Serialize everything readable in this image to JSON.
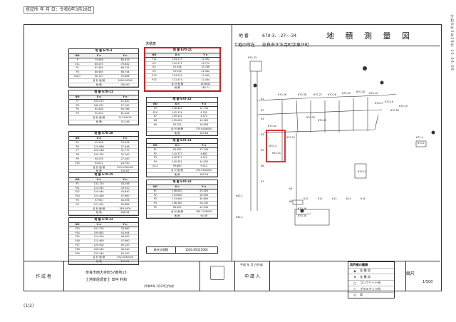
{
  "header_stamp": "登記所 年 月 日：令和6年3月28日",
  "side_text": "令和6年3月28日 15:04:08",
  "footer": "(1/2)",
  "coord_table_title": "求積表",
  "tables": [
    {
      "title": "地 番  670-3",
      "cols": [
        "NO",
        "X n",
        "Y n"
      ],
      "rows": [
        [
          "P",
          "73.456",
          "85.419"
        ],
        [
          "511",
          "85.475",
          "75.842"
        ],
        [
          "P2",
          "81.385",
          "66.743"
        ],
        [
          "P4",
          "80.465",
          "68.744"
        ],
        [
          "K027",
          "90.197",
          "70.898"
        ],
        [
          "",
          "合 計 面 積",
          "2000.00000"
        ],
        [
          "",
          "地 積",
          "300.00"
        ]
      ]
    },
    {
      "title": "地 番  670-21",
      "cols": [
        "NO",
        "X n",
        "Y n"
      ],
      "rows": [
        [
          "P11",
          "104.174",
          "12.492"
        ],
        [
          "K3",
          "112.271",
          "14.774"
        ],
        [
          "K5",
          "91.458",
          "33.786"
        ],
        [
          "K5",
          "91.254",
          "21.442"
        ],
        [
          "P13",
          "124.224",
          "13.400"
        ],
        [
          "P13",
          "111.474",
          "11.404"
        ],
        [
          "",
          "合 計 面 積",
          "1456.63"
        ],
        [
          "",
          "地 積",
          "180.71"
        ]
      ]
    },
    {
      "title": "地 番  670-11",
      "cols": [
        "NO",
        "X n",
        "Y n"
      ],
      "rows": [
        [
          "P7",
          "155.075",
          "12.450"
        ],
        [
          "P8",
          "160.251",
          "27.190"
        ],
        [
          "P4",
          "81.458",
          "63.786"
        ],
        [
          "P3",
          "91.254",
          "61.442"
        ],
        [
          "",
          "合 計 面 積",
          "2113.6450"
        ],
        [
          "",
          "地 積",
          "313.46"
        ]
      ]
    },
    {
      "title": "地 番  670-22",
      "cols": [
        "NO",
        "X n",
        "Y n"
      ],
      "rows": [
        [
          "P3",
          "126.481",
          "12.740"
        ],
        [
          "P10",
          "142.374",
          "4.332"
        ],
        [
          "K7",
          "139.101",
          "4.572"
        ],
        [
          "K8",
          "135.002",
          "14.002"
        ],
        [
          "K9",
          "93.252",
          "16.658"
        ],
        [
          "",
          "合 計 面 積",
          "375.6436000"
        ],
        [
          "",
          "地 積",
          "183.64"
        ]
      ]
    },
    {
      "title": "地 番  670-28",
      "cols": [
        "NO",
        "X n",
        "Y n"
      ],
      "rows": [
        [
          "P4",
          "93.258",
          "23.594"
        ],
        [
          "P6",
          "119.688",
          "22.948"
        ],
        [
          "P7",
          "125.248",
          "31.770"
        ],
        [
          "P8",
          "100.332",
          "32.190"
        ],
        [
          "P9",
          "94.176",
          "27.200"
        ],
        [
          "P10",
          "93.012",
          "24.750"
        ],
        [
          "",
          "合 計 面 積",
          "599.0155000"
        ],
        [
          "",
          "地 積",
          "149.87"
        ]
      ]
    },
    {
      "title": "地 番  670-31",
      "cols": [
        "NO",
        "X n",
        "Y n"
      ],
      "rows": [
        [
          "P1",
          "94.402",
          "12.740"
        ],
        [
          "P2",
          "110.377",
          "4.882"
        ],
        [
          "P3",
          "116.377",
          "4.572"
        ],
        [
          "P4",
          "100.352",
          "14.002"
        ],
        [
          "24-2",
          "99.860",
          "9.012"
        ],
        [
          "",
          "合 計 面 積",
          "373.0540000"
        ],
        [
          "",
          "地 積",
          "185.18"
        ]
      ]
    },
    {
      "title": "地 番  670-25",
      "cols": [
        "NO",
        "X n",
        "Y n"
      ],
      "rows": [
        [
          "P1",
          "131.174",
          "33.256"
        ],
        [
          "P11",
          "113.545",
          "33.920"
        ],
        [
          "P12",
          "119.544",
          "43.840"
        ],
        [
          "P13",
          "115.460",
          "47.660"
        ],
        [
          "P4",
          "97.940",
          "40.556"
        ],
        [
          "P5",
          "117.451",
          "35.888"
        ],
        [
          "",
          "合 計 面 積",
          "383.0000"
        ],
        [
          "",
          "地 積",
          "186.96"
        ]
      ]
    },
    {
      "title": "地 番  670-32",
      "cols": [
        "NO",
        "X n",
        "Y n"
      ],
      "rows": [
        [
          "P1",
          "108.420",
          "20.000"
        ],
        [
          "P2",
          "119.800",
          "26.900"
        ],
        [
          "P3",
          "113.400",
          "30.600"
        ],
        [
          "P4",
          "106.180",
          "28.200"
        ],
        [
          "P5",
          "98.500",
          "24.940"
        ],
        [
          "",
          "合 計 面 積",
          "180.7228000"
        ],
        [
          "",
          "地 積",
          "90.36"
        ]
      ]
    },
    {
      "title": "地 番  670-33",
      "cols": [
        "NO",
        "X n",
        "Y n"
      ],
      "rows": [
        [
          "P10",
          "101.374",
          "33.860"
        ],
        [
          "P14",
          "109.882",
          "43.944"
        ],
        [
          "P15",
          "110.494",
          "46.500"
        ],
        [
          "P16",
          "115.460",
          "47.660"
        ],
        [
          "P17",
          "120.404",
          "45.120"
        ],
        [
          "P18",
          "126.240",
          "46.440"
        ],
        [
          "P19",
          "124.340",
          "53.200"
        ],
        [
          "",
          "合 計 面 積",
          "592.0450000"
        ],
        [
          "",
          "地 積",
          "296.02"
        ]
      ]
    }
  ],
  "area_summary": {
    "label": "総合計面積",
    "value": "1560.85321660"
  },
  "title_block": {
    "parcel_label": "地 番",
    "parcel_value": "670-3、-27~-34",
    "title": "地 積 測 量 図",
    "location_label": "土地の所在",
    "location_value": "奈良市正法寺町字東正町"
  },
  "map_labels": [
    "670-33",
    "670-26",
    "670-38",
    "670-27",
    "670-28",
    "670-29",
    "670-30",
    "670-21",
    "670-22",
    "670-32",
    "670-3",
    "670-31",
    "670-25",
    "670-11",
    "670-1",
    "670-13",
    "670-17",
    "670-18",
    "670-20",
    "670-19",
    "642-1",
    "632-1",
    "670-36",
    "670-35",
    "671-1",
    "K1",
    "K2",
    "K3",
    "K4",
    "K5",
    "K6",
    "K7",
    "K8",
    "K9",
    "K10",
    "K11",
    "K12",
    "K13",
    "K14"
  ],
  "legend": {
    "title": "境界標の種類",
    "items": [
      {
        "symbol": "◉",
        "label": "金 属 鋲"
      },
      {
        "symbol": "⊕",
        "label": "金 属 鋲"
      },
      {
        "symbol": "□",
        "label": "コンクリート杭"
      },
      {
        "symbol": "○",
        "label": "プラスチック杭"
      },
      {
        "symbol": "⊙",
        "label": "鋲"
      }
    ]
  },
  "bottom": {
    "preparer_label": "作 成 者",
    "preparer_address": "奈良市西大寺町57番地13",
    "preparer_name": "土地家屋調査士  田中  利和",
    "date": "(令和6年 1月24日作成)",
    "applicant_label": "申 請 人",
    "scale_label": "縮尺",
    "scale_value": "1/500",
    "survey_date": "平成 年 月 日作成"
  },
  "colors": {
    "highlight": "#d62020",
    "line": "#333333"
  }
}
